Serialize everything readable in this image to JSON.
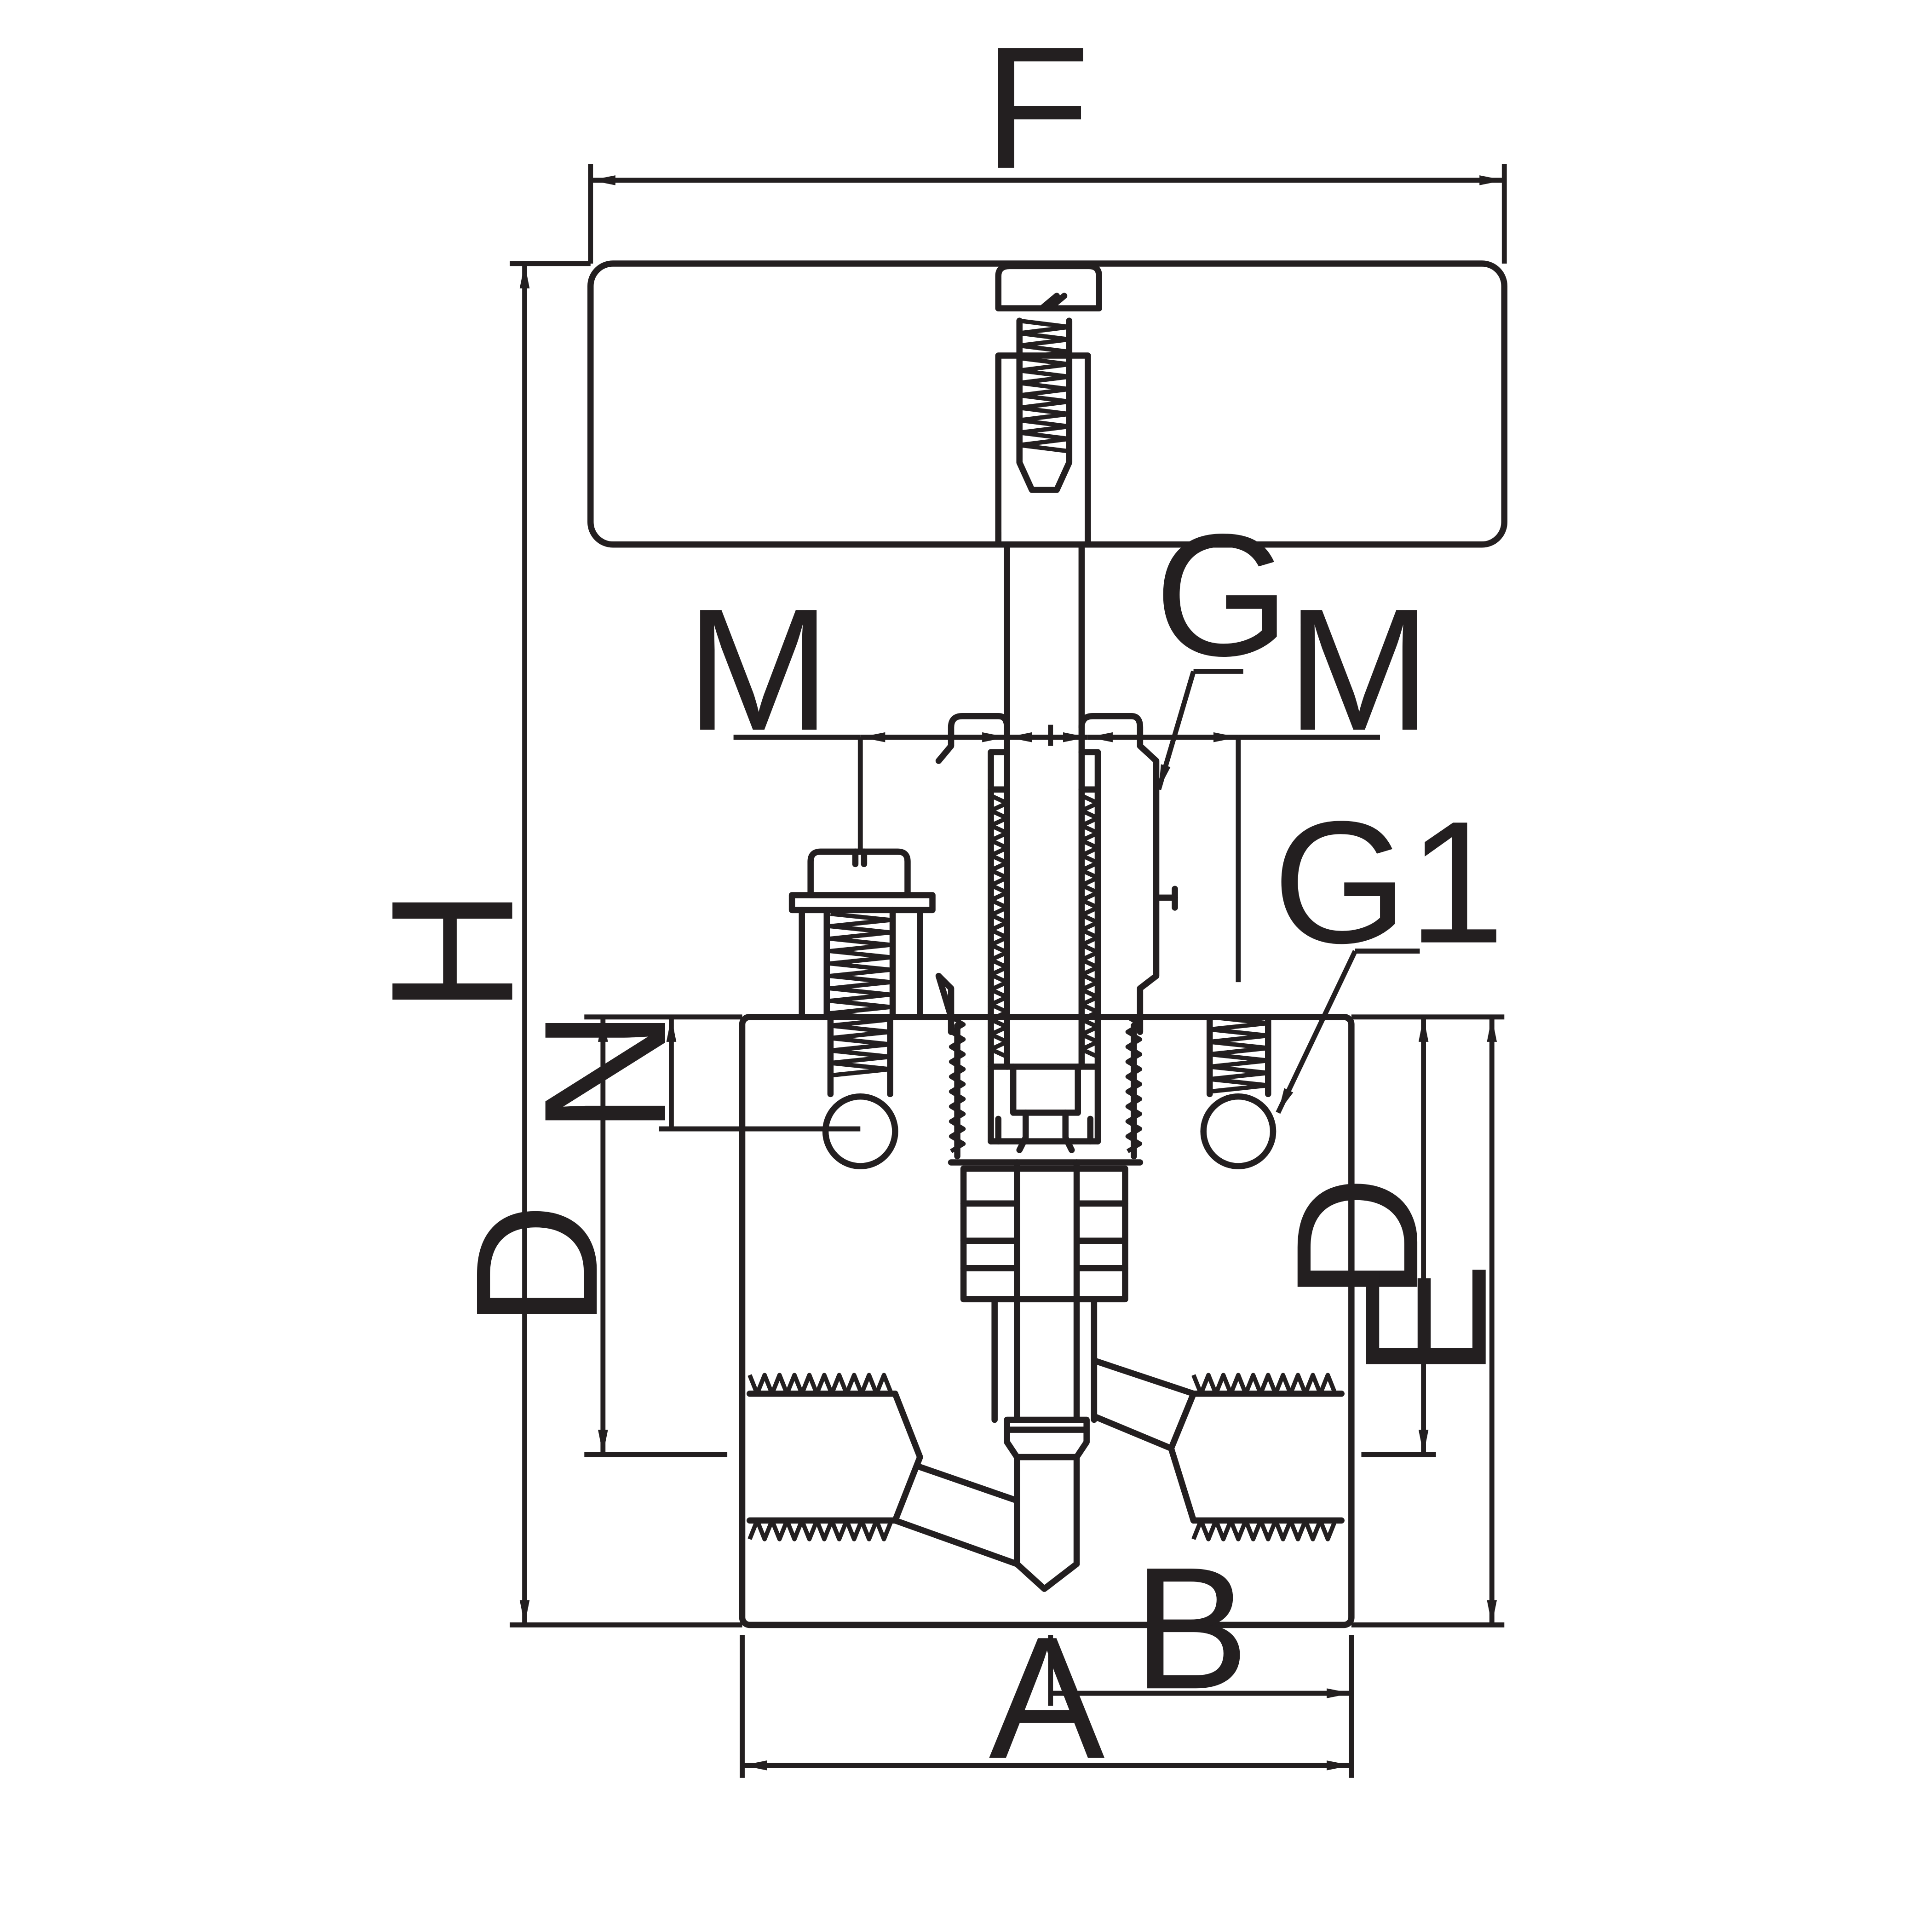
{
  "diagram": {
    "labels": {
      "F": "F",
      "G": "G",
      "M_left": "M",
      "M_right": "M",
      "G1": "G1",
      "H": "H",
      "N": "N",
      "D_left": "D",
      "D_right": "D",
      "E": "E",
      "B": "B",
      "A": "A"
    },
    "colors": {
      "line": "#231f20",
      "background": "#ffffff"
    }
  }
}
